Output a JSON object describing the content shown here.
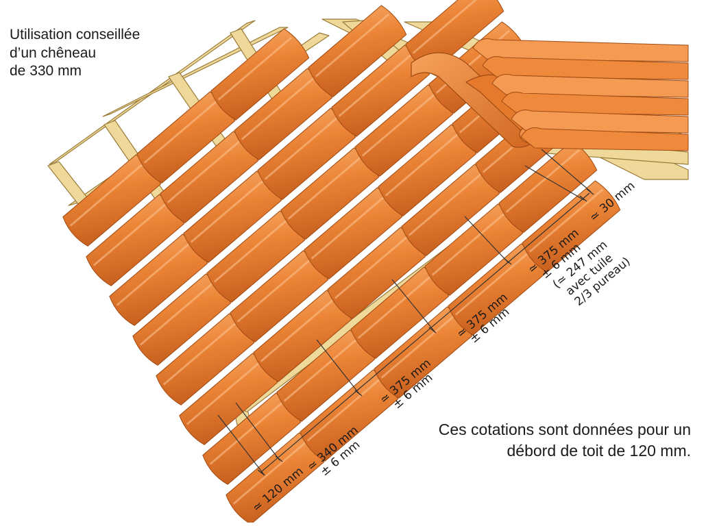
{
  "notes": {
    "top_left": [
      "Utilisation conseillée",
      "d’un chêneau",
      "de 330 mm"
    ],
    "bottom_right": [
      "Ces cotations sont données pour un",
      "débord de toit de 120 mm."
    ]
  },
  "dimensions": {
    "overhang": "≃ 120 mm",
    "first_course": [
      "≃ 340 mm",
      "± 6 mm"
    ],
    "course_2": [
      "≃ 375 mm",
      "± 6 mm"
    ],
    "course_3": [
      "≃ 375 mm",
      "± 6 mm"
    ],
    "last_course": [
      "≃ 375 mm",
      "± 6 mm",
      "(≃ 247 mm",
      "avec tuile",
      "2/3 pureau)"
    ],
    "ridge": "≃ 30 mm"
  },
  "colors": {
    "timber": "#efd99a",
    "timber_edge": "#9a7b38",
    "tile": "#ec8436",
    "tile_light": "#f7a764",
    "tile_dark": "#b8561a"
  }
}
